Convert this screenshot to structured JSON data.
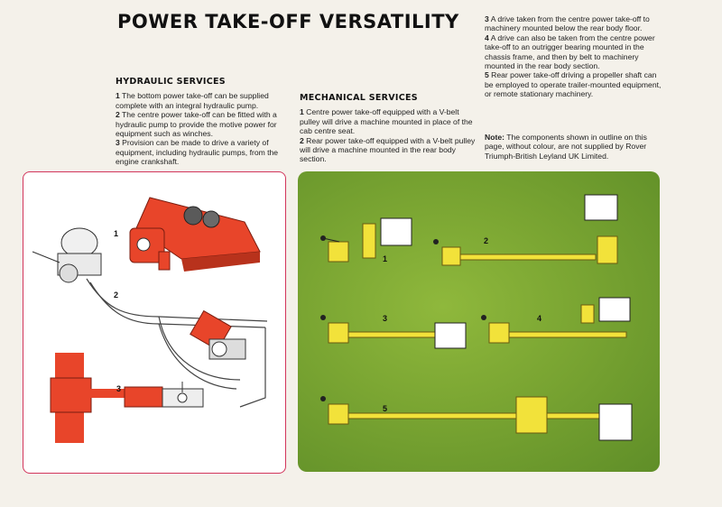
{
  "title": "POWER TAKE-OFF VERSATILITY",
  "hydraulic": {
    "heading": "HYDRAULIC SERVICES",
    "items": [
      {
        "num": "1",
        "text": " The bottom power take-off can be supplied complete with an integral hydraulic pump."
      },
      {
        "num": "2",
        "text": " The centre power take-off can be fitted with a hydraulic pump to provide the motive power for equipment such as winches."
      },
      {
        "num": "3",
        "text": " Provision can be made to drive a variety of equipment, including hydraulic pumps, from the engine crankshaft."
      }
    ]
  },
  "mechanical": {
    "heading": "MECHANICAL SERVICES",
    "items": [
      {
        "num": "1",
        "text": " Centre power take-off equipped with a V-belt pulley will drive a machine mounted in place of the cab centre seat."
      },
      {
        "num": "2",
        "text": " Rear power take-off equipped with a V-belt pulley will drive a machine mounted in the rear body section."
      },
      {
        "num": "3",
        "text": " A drive taken from the centre power take-off to machinery mounted below the rear body floor."
      },
      {
        "num": "4",
        "text": " A drive can also be taken from the centre power take-off to an outrigger bearing mounted in the chassis frame, and then by belt to machinery mounted in the rear body section."
      },
      {
        "num": "5",
        "text": " Rear power take-off driving a propeller shaft can be employed to operate trailer-mounted equipment, or remote stationary machinery."
      }
    ]
  },
  "note": {
    "label": "Note:",
    "text": " The components shown in outline on this page, without colour, are not supplied by Rover Triumph-British Leyland UK Limited."
  },
  "figure_left": {
    "labels": [
      "1",
      "2",
      "3"
    ]
  },
  "figure_right": {
    "labels": [
      "1",
      "2",
      "3",
      "4",
      "5"
    ]
  },
  "colors": {
    "accent_red": "#e8452a",
    "frame_pink": "#d2355b",
    "panel_green": "#7aa532",
    "yellow": "#f2e23a"
  }
}
